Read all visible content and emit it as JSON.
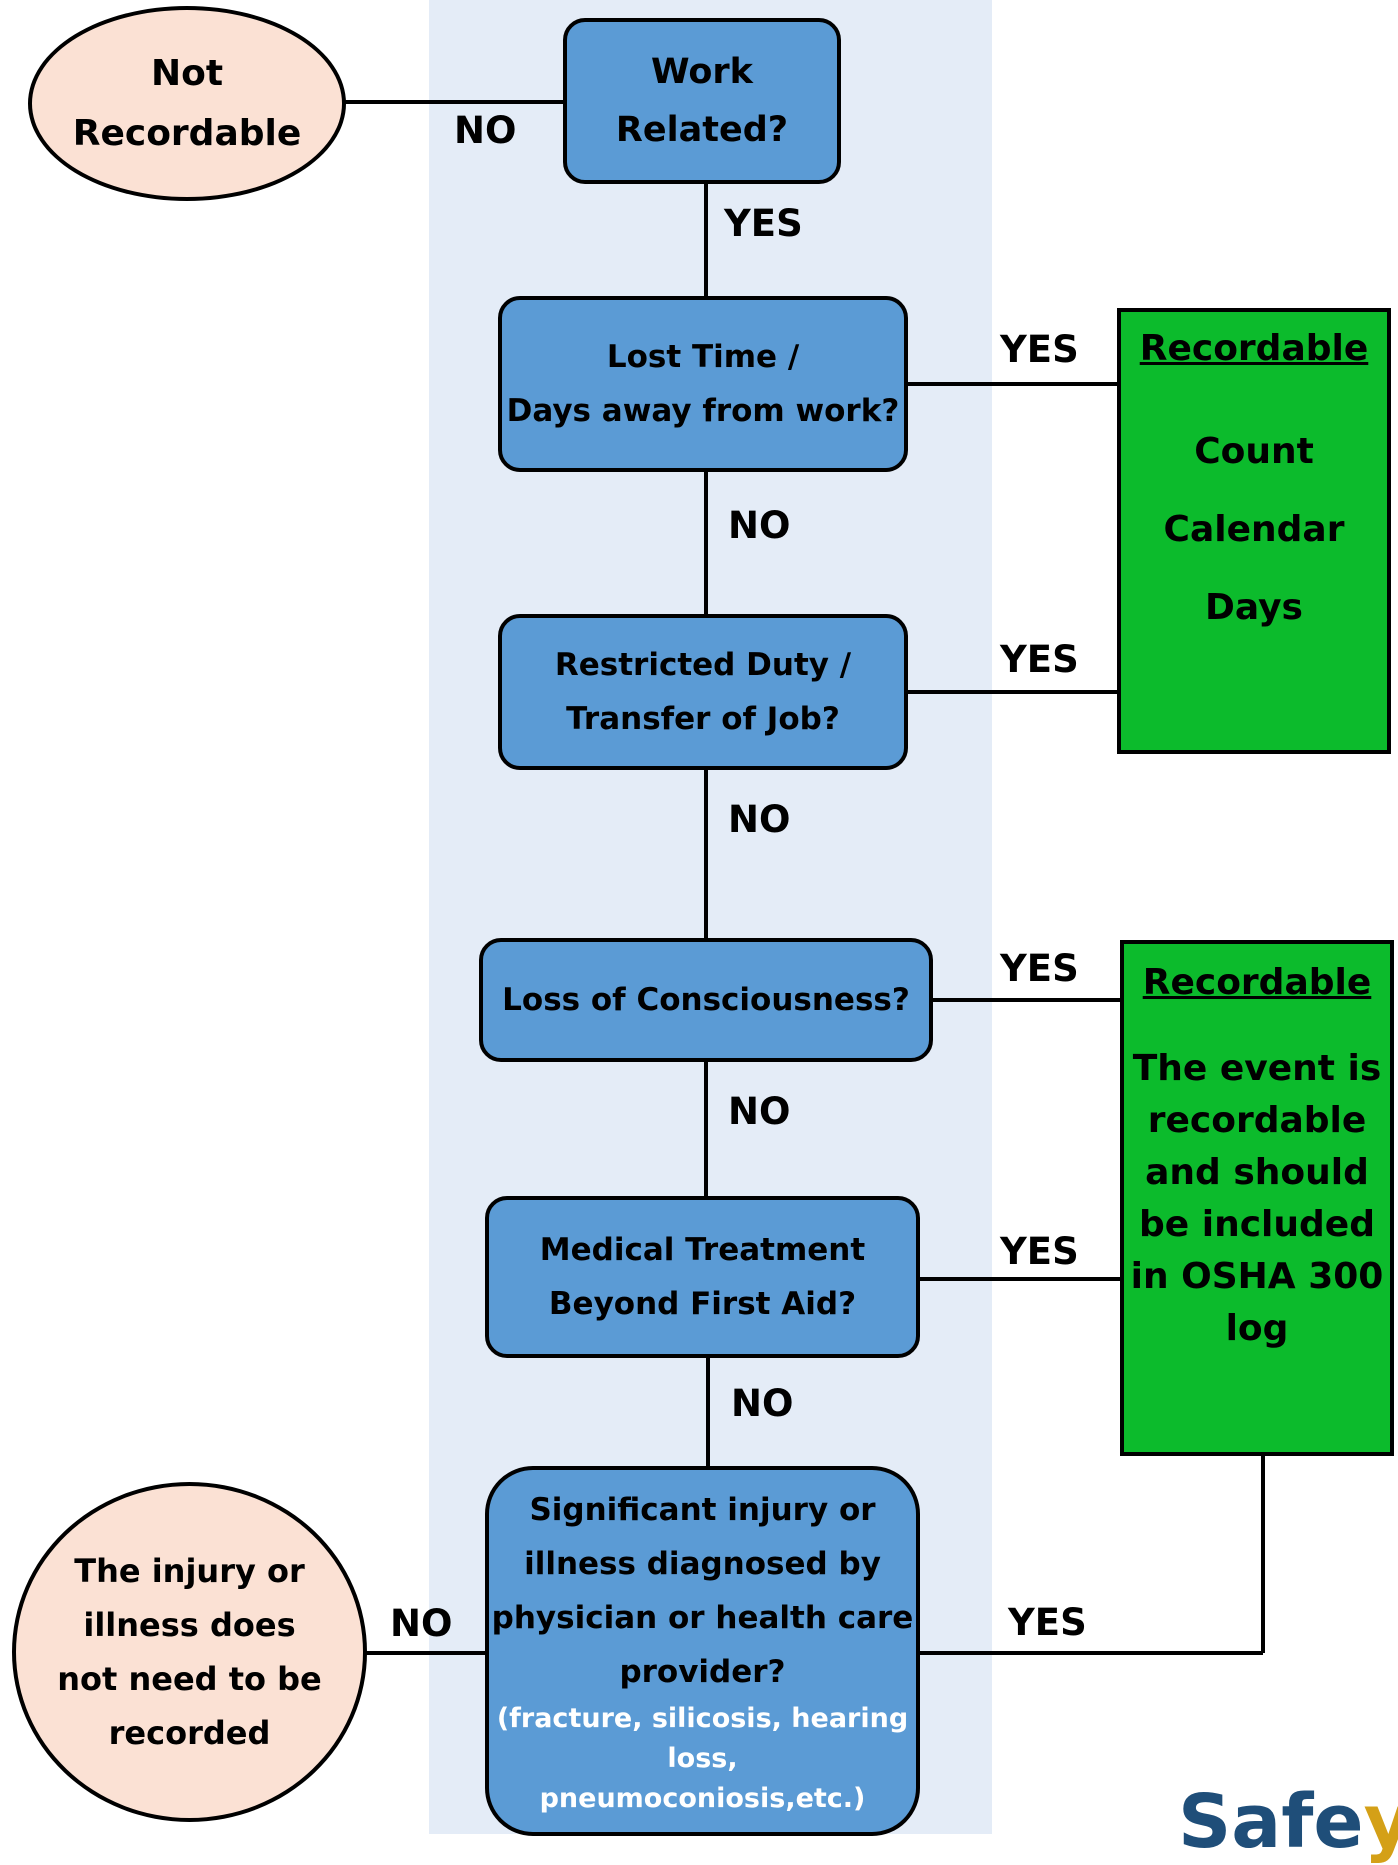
{
  "diagram": {
    "start_question": [
      "Work",
      "Related?"
    ],
    "not_recordable_oval": [
      "Not",
      "Recordable"
    ],
    "questions": [
      {
        "lines": [
          "Lost Time /",
          "Days away from work?"
        ]
      },
      {
        "lines": [
          "Restricted Duty /",
          "Transfer of Job?"
        ]
      },
      {
        "lines": [
          "Loss of Consciousness?"
        ]
      },
      {
        "lines": [
          "Medical Treatment",
          "Beyond First Aid?"
        ]
      }
    ],
    "final_question": {
      "lines": [
        "Significant injury or",
        "illness diagnosed by",
        "physician or health care",
        "provider?"
      ],
      "note_lines": [
        "(fracture, silicosis, hearing loss,",
        "pneumoconiosis,etc.)"
      ]
    },
    "no_record_oval": [
      "The injury or",
      "illness does",
      "not need to be",
      "recorded"
    ],
    "recordable_days": {
      "title": "Recordable",
      "lines": [
        "Count",
        "Calendar",
        "Days"
      ]
    },
    "recordable_log": {
      "title": "Recordable",
      "lines": [
        "The event is",
        "recordable",
        "and should",
        "be included",
        "in OSHA 300",
        "log"
      ]
    },
    "labels": {
      "yes": "YES",
      "no": "NO"
    }
  },
  "logo": {
    "text": "Safe",
    "accent": "y"
  },
  "colors": {
    "question": "#5b9bd5",
    "oval": "#fbe1d4",
    "recordable": "#0cbb2c",
    "band": "#e4ecf7"
  }
}
